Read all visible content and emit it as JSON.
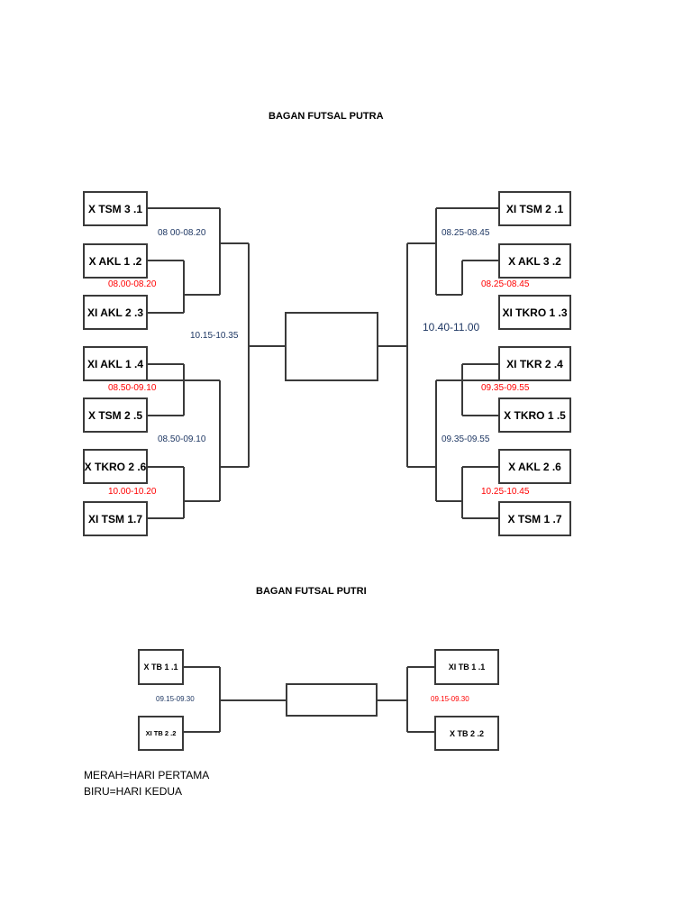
{
  "putra": {
    "title": "BAGAN FUTSAL PUTRA",
    "left_teams": [
      "X TSM 3 .1",
      "X AKL 1 .2",
      "XI AKL 2 .3",
      "XI AKL 1 .4",
      "X TSM 2 .5",
      "X TKRO 2 .6",
      "XI TSM 1.7"
    ],
    "right_teams": [
      "XI TSM 2 .1",
      "X AKL 3 .2",
      "XI TKRO 1 .3",
      "XI TKR 2 .4",
      "X TKRO 1 .5",
      "X AKL 2 .6",
      "X TSM 1 .7"
    ],
    "times": {
      "l1": "08 00-08.20",
      "l2": "08.00-08.20",
      "l3": "08.50-09.10",
      "l4": "08.50-09.10",
      "l5": "10.00-10.20",
      "l6": "10.15-10.35",
      "r1": "08.25-08.45",
      "r2": "08.25-08.45",
      "r3": "10.40-11.00",
      "r4": "09.35-09.55",
      "r5": "09.35-09.55",
      "r6": "10.25-10.45"
    }
  },
  "putri": {
    "title": "BAGAN FUTSAL PUTRI",
    "left_teams": [
      "X TB 1 .1",
      "XI TB 2 .2"
    ],
    "right_teams": [
      "XI TB 1 .1",
      "X TB 2 .2"
    ],
    "times": {
      "left": "09.15-09.30",
      "right": "09.15-09.30"
    }
  },
  "legend": {
    "red": "MERAH=HARI PERTAMA",
    "blue": "BIRU=HARI KEDUA"
  },
  "colors": {
    "red_day": "#ff0000",
    "blue_day": "#1f3864",
    "line": "#3a3a3a"
  }
}
